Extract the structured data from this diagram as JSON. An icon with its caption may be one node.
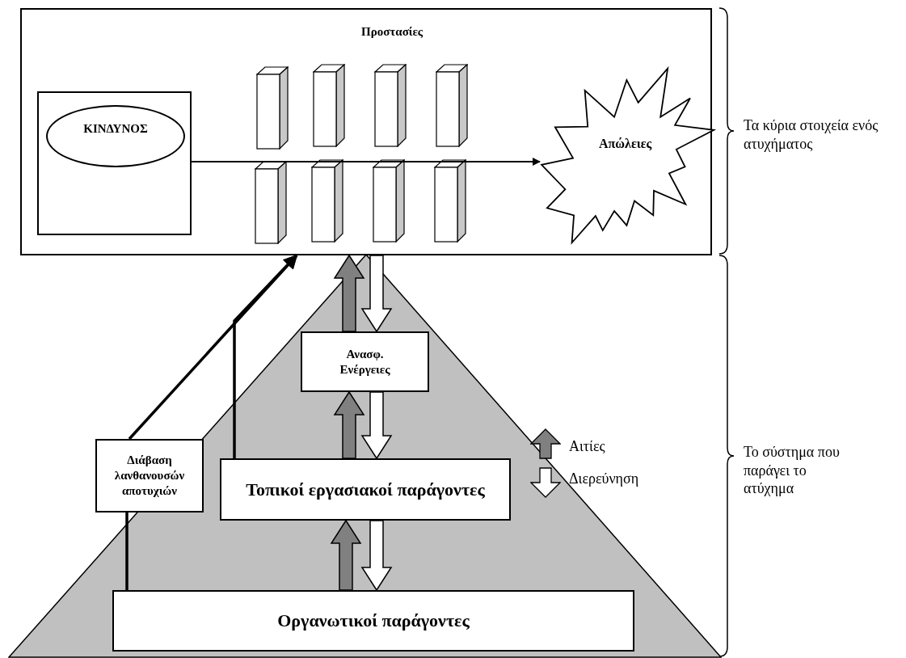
{
  "diagram": {
    "nodes": [
      {
        "text": [
          "Προστασίες"
        ]
      },
      {
        "text": [],
        "shape": "box",
        "in": 0
      },
      {
        "text": [
          "ΚΙΝΔΥΝΟΣ"
        ],
        "in": 1
      },
      {
        "text": [],
        "shape": "bar",
        "in": 0
      },
      {
        "text": [],
        "shape": "bar",
        "in": 0
      },
      {
        "text": [],
        "shape": "bar",
        "in": 0
      },
      {
        "text": [],
        "shape": "bar",
        "in": 0
      },
      {
        "text": [],
        "shape": "bar",
        "in": 0
      },
      {
        "text": [],
        "shape": "bar",
        "in": 0
      },
      {
        "text": [],
        "shape": "bar",
        "in": 0
      },
      {
        "text": [],
        "shape": "bar",
        "in": 0
      },
      {
        "text": [
          "Απώλειες"
        ],
        "in": 0
      },
      {
        "text": [],
        "shape": "triangle"
      },
      {
        "text": [
          "Ανασφ. Ενέργειες"
        ],
        "in": 12
      },
      {
        "text": [
          "Διάβαση λανθανουσών αποτυχιών"
        ]
      },
      {
        "text": [
          "Τοπικοί εργασιακοί παράγοντες"
        ],
        "in": 12
      },
      {
        "text": [
          "Οργανωτικοί παράγοντες"
        ],
        "in": 12
      }
    ],
    "edges": [
      {
        "from": 1,
        "to": 11,
        "arrow": "to"
      },
      {
        "from": 13,
        "to": 0,
        "arrow": "to",
        "style": "thick",
        "color": "#808080"
      },
      {
        "from": 0,
        "to": 13,
        "arrow": "to",
        "style": "thick",
        "color": "#ffffff"
      },
      {
        "from": 15,
        "to": 13,
        "arrow": "to",
        "style": "thick",
        "color": "#808080"
      },
      {
        "from": 13,
        "to": 15,
        "arrow": "to",
        "style": "thick",
        "color": "#ffffff"
      },
      {
        "from": 16,
        "to": 15,
        "arrow": "to",
        "style": "thick",
        "color": "#808080"
      },
      {
        "from": 15,
        "to": 16,
        "arrow": "to",
        "style": "thick",
        "color": "#ffffff"
      },
      {
        "from": 16,
        "to": 14,
        "arrow": "none"
      },
      {
        "from": 14,
        "to": 0,
        "arrow": "to"
      },
      {
        "from": 15,
        "to": 0,
        "arrow": "to"
      }
    ],
    "labels": [
      "Τα κύρια στοιχεία ενός ατυχήματος",
      "Το σύστημα που παράγει το ατύχημα"
    ],
    "legend": [
      {
        "text": "Αιτίες"
      },
      {
        "text": "Διερεύνηση"
      }
    ]
  }
}
